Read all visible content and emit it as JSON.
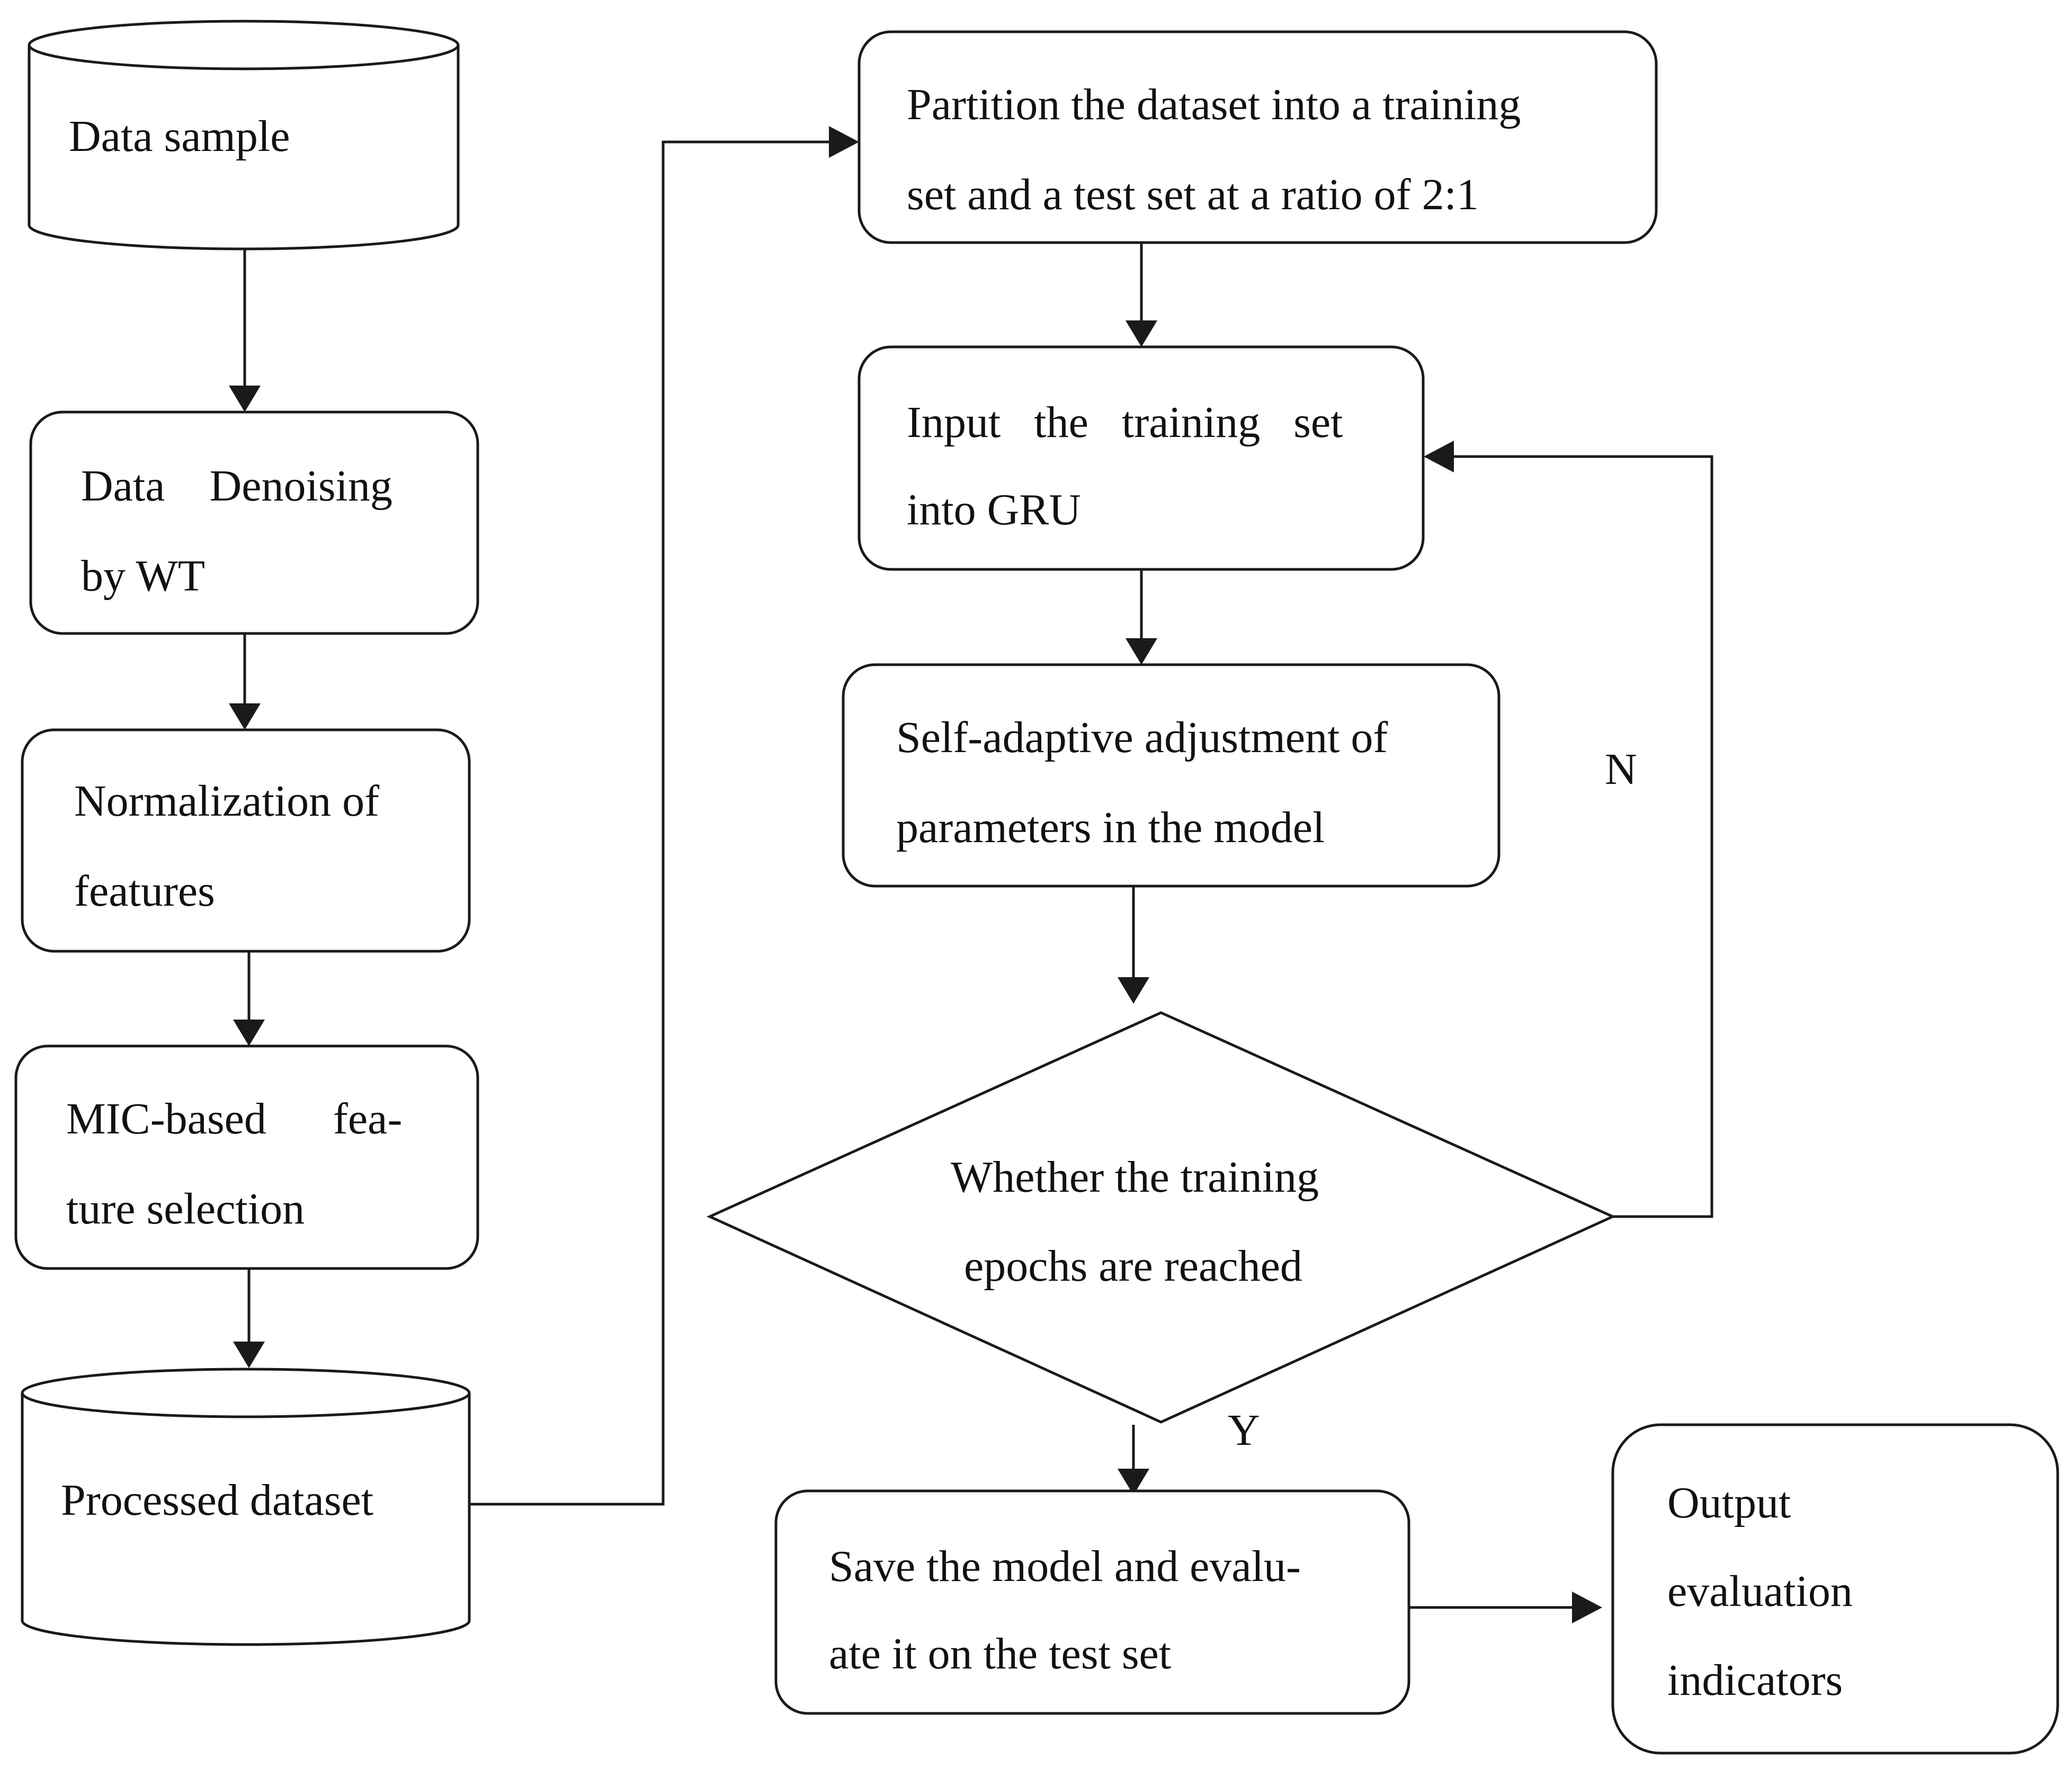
{
  "nodes": {
    "data_sample": [
      "Data sample"
    ],
    "data_denoising": [
      "Data    Denoising",
      "by WT"
    ],
    "normalization": [
      "Normalization of",
      "features"
    ],
    "mic_selection": [
      "MIC-based      fea-",
      "ture selection"
    ],
    "processed_dataset": [
      "Processed dataset"
    ],
    "partition": [
      "Partition the dataset into a training",
      "set and a test set at a ratio of 2:1"
    ],
    "input_gru": [
      "Input   the   training   set",
      "into GRU"
    ],
    "self_adaptive": [
      "Self-adaptive adjustment of",
      "parameters in the model"
    ],
    "decision": [
      "Whether the training",
      "epochs are reached"
    ],
    "save_model": [
      "Save the model and evalu-",
      "ate it on the test set"
    ],
    "output": [
      "Output",
      "evaluation",
      "indicators"
    ]
  },
  "branch_labels": {
    "no": "N",
    "yes": "Y"
  }
}
